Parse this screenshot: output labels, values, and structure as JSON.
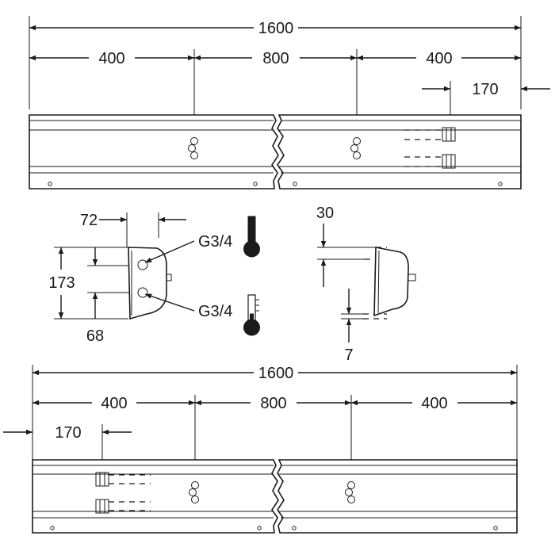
{
  "top_view": {
    "overall": "1600",
    "left_segment": "400",
    "middle_segment": "800",
    "right_segment": "400",
    "outlet_offset": "170"
  },
  "side_view": {
    "offset_top": "72",
    "height": "173",
    "lower_height": "68",
    "hot_connection": "G3/4",
    "cold_connection": "G3/4"
  },
  "end_view": {
    "top_gap": "30",
    "bottom_gap": "7"
  },
  "bottom_view": {
    "overall": "1600",
    "left_segment": "400",
    "middle_segment": "800",
    "right_segment": "400",
    "outlet_offset": "170"
  },
  "colors": {
    "ink": "#1a1a1a",
    "background": "#ffffff"
  }
}
